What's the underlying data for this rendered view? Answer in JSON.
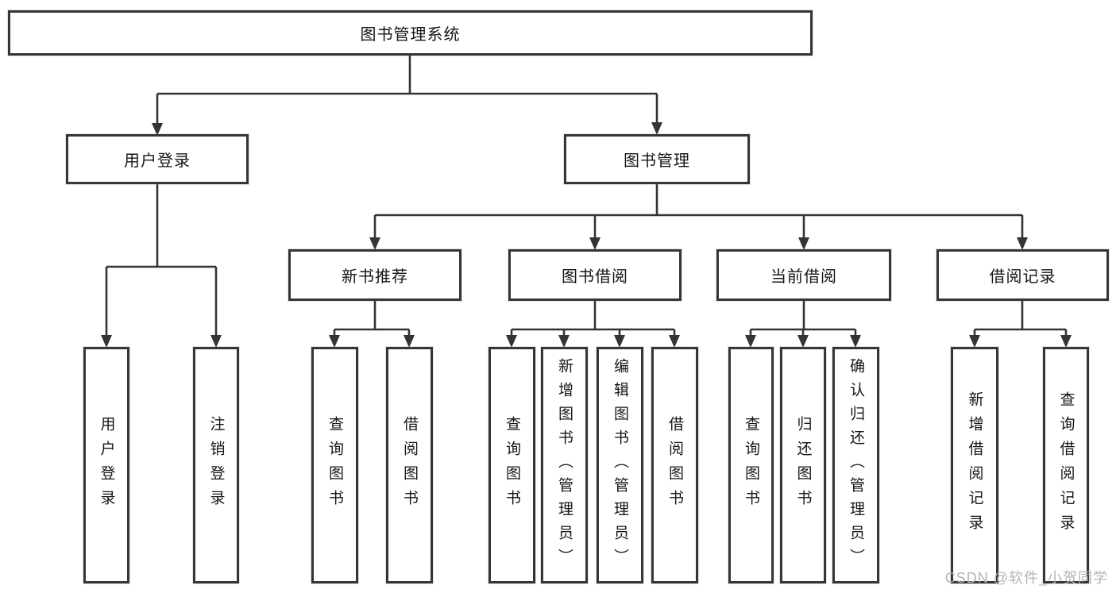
{
  "diagram": {
    "title_node": "图书管理系统",
    "nodes": {
      "root": {
        "label": "图书管理系统"
      },
      "user_login": {
        "label": "用户登录"
      },
      "book_mgmt": {
        "label": "图书管理"
      },
      "new_book_rec": {
        "label": "新书推荐"
      },
      "book_borrow": {
        "label": "图书借阅"
      },
      "current_borrow": {
        "label": "当前借阅"
      },
      "borrow_record": {
        "label": "借阅记录"
      },
      "leaf_user_login": {
        "label": "用户登录"
      },
      "leaf_logout": {
        "label": "注销登录"
      },
      "leaf_query_book_rec": {
        "label": "查询图书"
      },
      "leaf_borrow_book_rec": {
        "label": "借阅图书"
      },
      "leaf_query_book_borrow": {
        "label": "查询图书"
      },
      "leaf_add_book_admin": {
        "label": "新增图书（管理员）"
      },
      "leaf_edit_book_admin": {
        "label": "编辑图书（管理员）"
      },
      "leaf_borrow_book_borrow": {
        "label": "借阅图书"
      },
      "leaf_query_book_current": {
        "label": "查询图书"
      },
      "leaf_return_book": {
        "label": "归还图书"
      },
      "leaf_confirm_return_admin": {
        "label": "确认归还（管理员）"
      },
      "leaf_add_borrow_record": {
        "label": "新增借阅记录"
      },
      "leaf_query_borrow_record": {
        "label": "查询借阅记录"
      }
    },
    "colors": {
      "box_border": "#363636",
      "connector_line": "#343434",
      "box_fill": "#ffffff",
      "text": "#161616",
      "watermark": "#b4b4b4"
    }
  },
  "watermark": {
    "text": "CSDN @软件_小贺同学"
  }
}
